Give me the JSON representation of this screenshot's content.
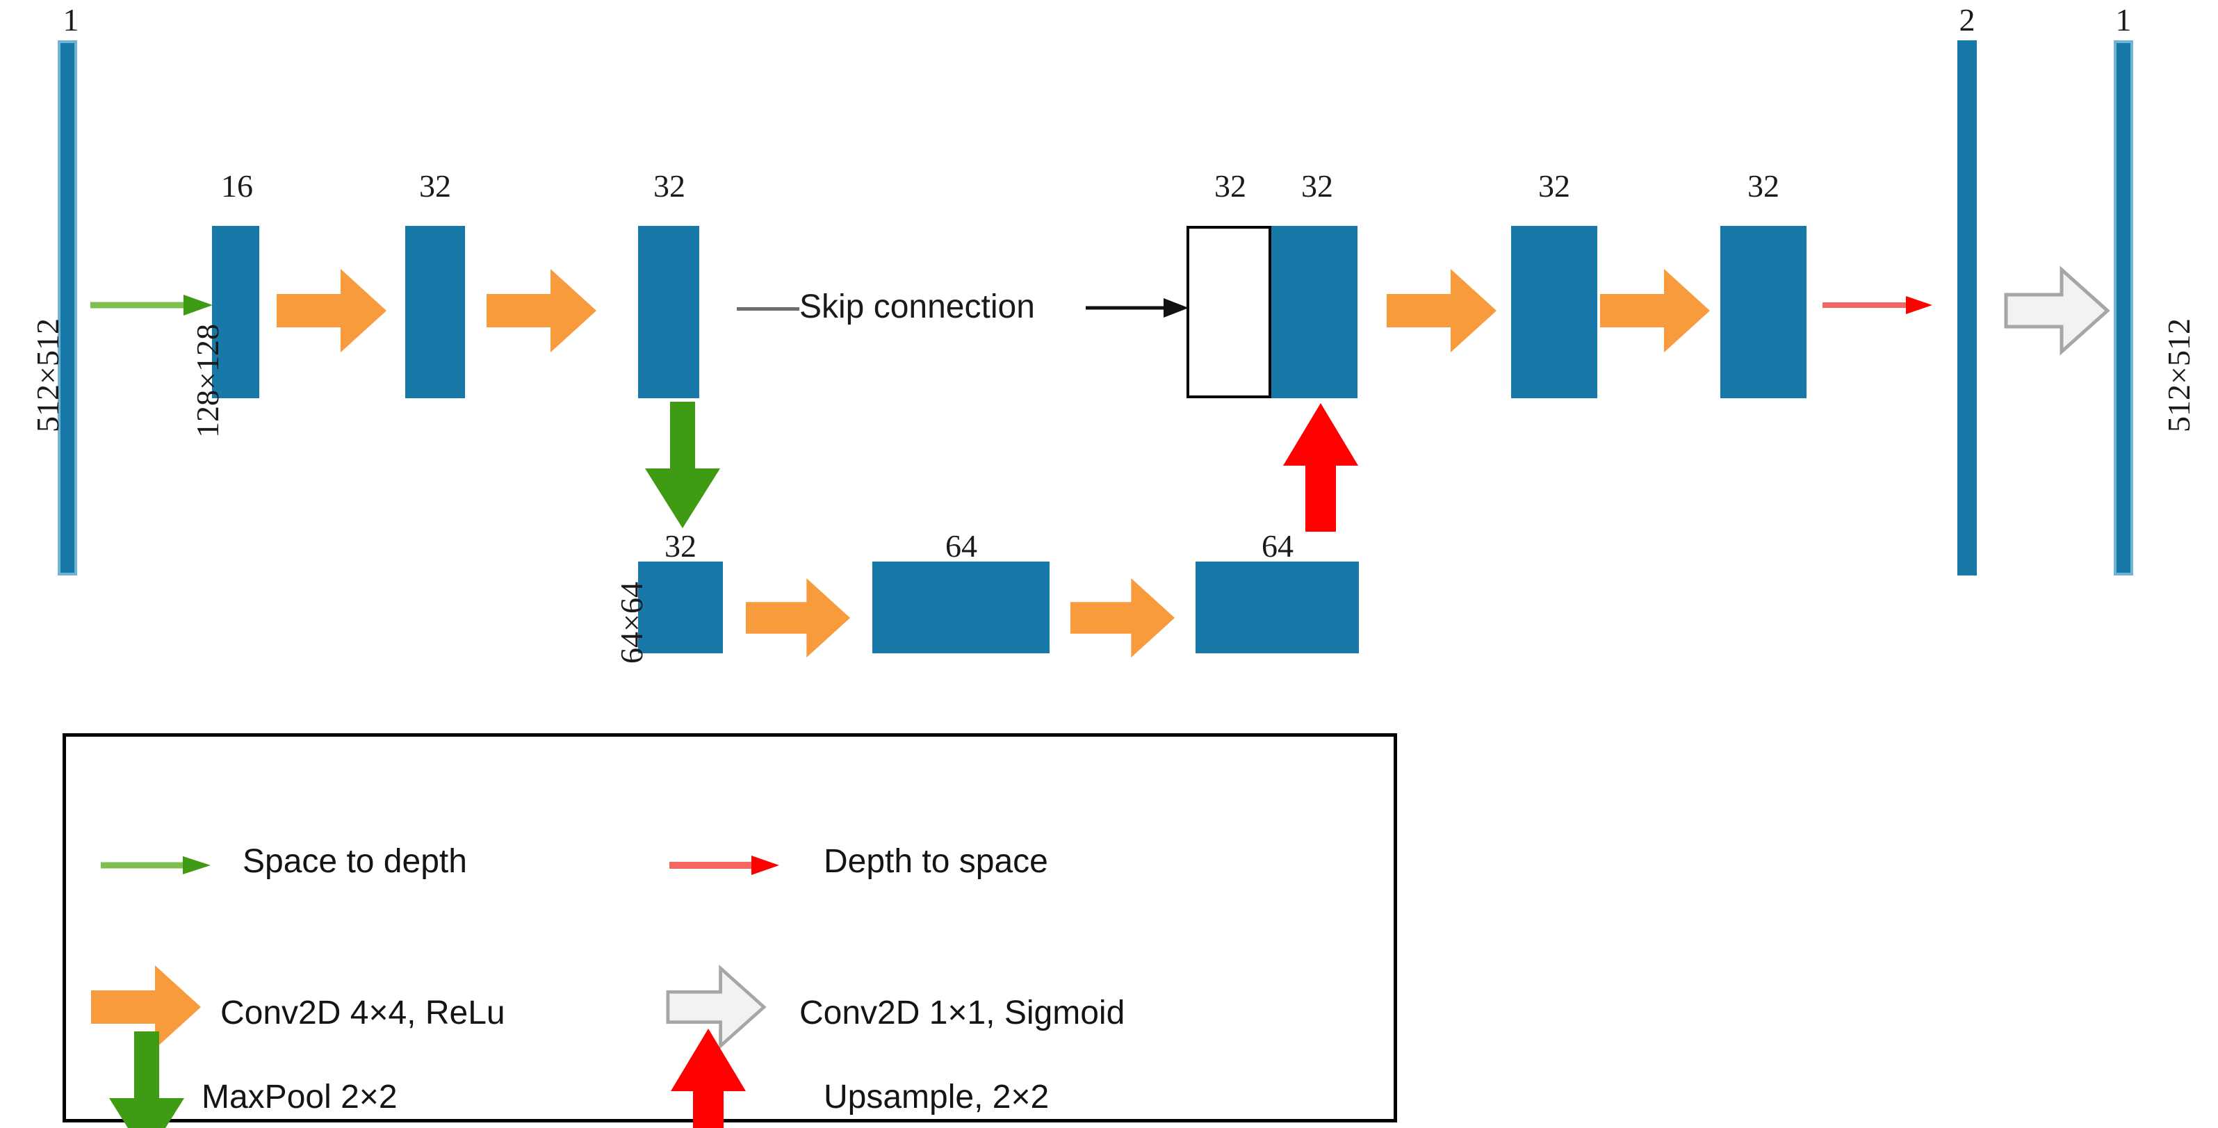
{
  "diagram": {
    "title": "U-Net style encoder-decoder architecture",
    "colors": {
      "block_blue": "#1879a8",
      "block_blue_border": "#6fb4d4",
      "conv_orange": "#F89B3C",
      "maxpool_green": "#3F9A14",
      "upsample_red": "#FF0000",
      "space_to_depth_green": "#7FBF4F",
      "depth_to_space_red": "#F4665F",
      "sigmoid_gray_fill": "#F2F2F2",
      "sigmoid_gray_stroke": "#A6A6A6",
      "skip_line_gray": "#6D6D6D",
      "text_black": "#1A1A1A"
    },
    "top_row": {
      "input": {
        "channels": "1",
        "spatial": "512×512"
      },
      "blocks": [
        {
          "channels": "16",
          "spatial": "128×128"
        },
        {
          "channels": "32"
        },
        {
          "channels": "32"
        },
        {
          "channels": "32",
          "kind": "concat-skip"
        },
        {
          "channels": "32"
        },
        {
          "channels": "32"
        },
        {
          "channels": "32"
        }
      ],
      "output_logits": {
        "channels": "2"
      },
      "output": {
        "channels": "1",
        "spatial": "512×512"
      }
    },
    "bottom_row": {
      "spatial": "64×64",
      "blocks": [
        {
          "channels": "32"
        },
        {
          "channels": "64"
        },
        {
          "channels": "64"
        }
      ]
    },
    "skip_connection": {
      "label": "Skip connection"
    }
  },
  "legend": {
    "items": [
      {
        "id": "space-to-depth",
        "label": "Space to depth",
        "icon": "thin-arrow-right-green"
      },
      {
        "id": "depth-to-space",
        "label": "Depth to space",
        "icon": "thin-arrow-right-red"
      },
      {
        "id": "conv2d-4x4",
        "label": "Conv2D 4×4, ReLu",
        "icon": "block-arrow-right-orange"
      },
      {
        "id": "conv2d-1x1",
        "label": "Conv2D 1×1, Sigmoid",
        "icon": "block-arrow-right-gray"
      },
      {
        "id": "maxpool",
        "label": "MaxPool 2×2",
        "icon": "block-arrow-down-green"
      },
      {
        "id": "upsample",
        "label": "Upsample, 2×2",
        "icon": "block-arrow-up-red"
      }
    ]
  }
}
